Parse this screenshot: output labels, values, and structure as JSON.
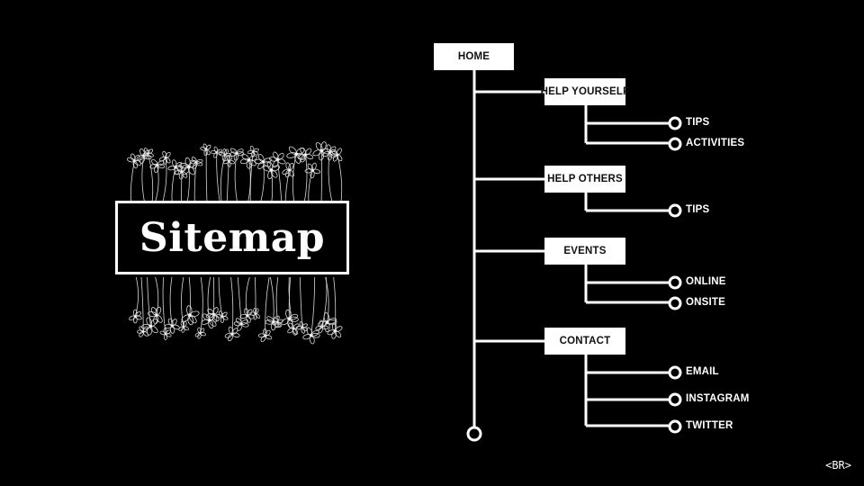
{
  "title": "Sitemap",
  "root": "HOME",
  "sections": [
    {
      "label": "HELP YOURSELF",
      "children": [
        "TIPS",
        "ACTIVITIES"
      ]
    },
    {
      "label": "HELP OTHERS",
      "children": [
        "TIPS"
      ]
    },
    {
      "label": "EVENTS",
      "children": [
        "ONLINE",
        "ONSITE"
      ]
    },
    {
      "label": "CONTACT",
      "children": [
        "EMAIL",
        "INSTAGRAM",
        "TWITTER"
      ]
    }
  ],
  "footer_mark": "<BR>"
}
